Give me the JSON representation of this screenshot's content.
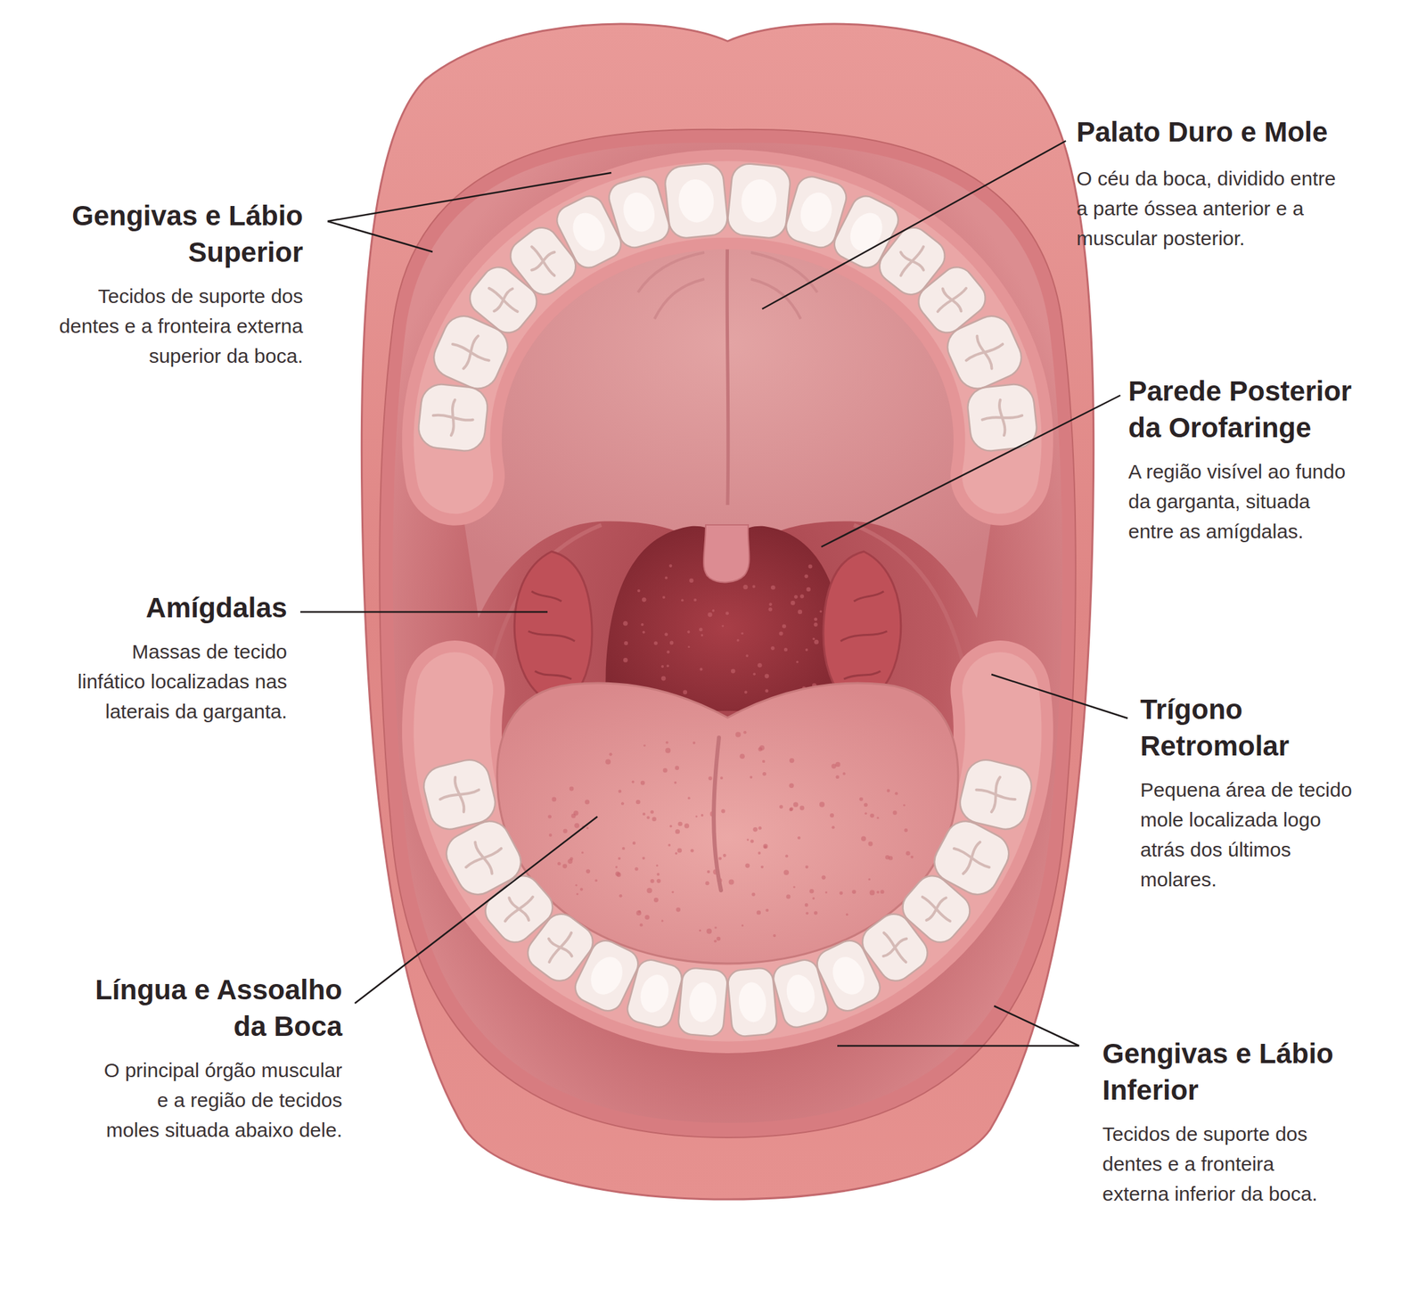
{
  "diagram": {
    "labels": [
      "Gengivas e Lábio Superior",
      "Tecidos de suporte dos dentes e a fronteira externa superior da boca.",
      "Palato Duro e Mole",
      "O céu da boca, dividido entre a parte óssea anterior e a muscular posterior.",
      "Parede Posterior da Orofaringe",
      "A região visível ao fundo da garganta, situada entre as amígdalas.",
      "Amígdalas",
      "Massas de tecido linfático localizadas nas laterais da garganta.",
      "Trígono Retromolar",
      "Pequena área de tecido mole localizada logo atrás dos últimos molares.",
      "Língua e Assoalho da Boca",
      "O principal órgão muscular e a região de tecidos moles situada abaixo dele.",
      "Gengivas e Lábio Inferior",
      "Tecidos de suporte dos dentes e a fronteira externa inferior da boca."
    ]
  }
}
